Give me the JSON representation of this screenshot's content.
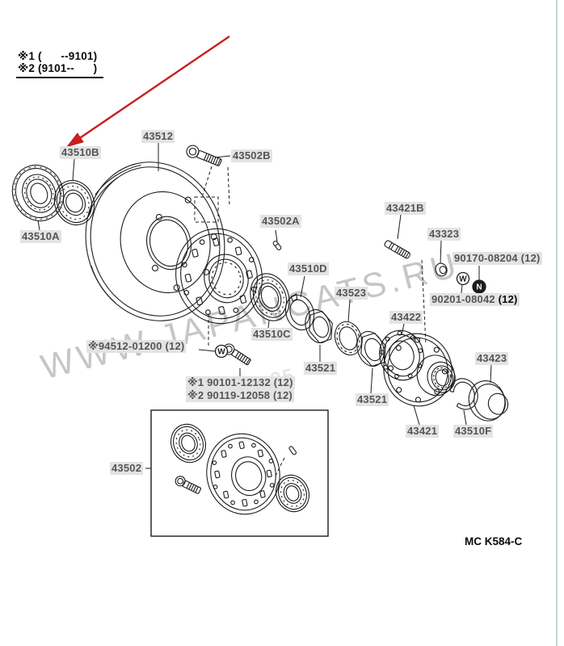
{
  "page": {
    "background": "#ffffff",
    "right_edge_color": "#bcd8d4"
  },
  "header": {
    "variant_notes": [
      {
        "text": "※1 (      --9101)"
      },
      {
        "text": "※2 (9101--      )"
      }
    ]
  },
  "labels": {
    "p43512": {
      "text": "43512"
    },
    "p43510B": {
      "text": "43510B"
    },
    "p43502B": {
      "text": "43502B"
    },
    "p43510A": {
      "text": "43510A"
    },
    "p43502A": {
      "text": "43502A"
    },
    "p43421B": {
      "text": "43421B"
    },
    "p43323": {
      "text": "43323"
    },
    "p90170": {
      "text": "90170-08204 (12)"
    },
    "p90201": {
      "text": "90201-08042",
      "suffix": " (12)"
    },
    "p43510D": {
      "text": "43510D"
    },
    "p43523": {
      "text": "43523"
    },
    "p43510C": {
      "text": "43510C"
    },
    "p43422": {
      "text": "43422"
    },
    "p43423": {
      "text": "43423"
    },
    "p94512": {
      "text": "※94512-01200 (12)"
    },
    "p90101": {
      "text": "※1 90101-12132 (12)"
    },
    "p90119": {
      "text": "※2 90119-12058 (12)"
    },
    "p43521a": {
      "text": "43521"
    },
    "p43521b": {
      "text": "43521"
    },
    "p43421": {
      "text": "43421"
    },
    "p43510F": {
      "text": "43510F"
    },
    "p43502": {
      "text": "43502"
    }
  },
  "glyphs": {
    "washer": "W",
    "nut": "N"
  },
  "watermark": {
    "text": "WWW.JAPANCATS.RU",
    "secondary": "21-25",
    "color": "#c6c6c6"
  },
  "arrow": {
    "color": "#c81e1e"
  },
  "footer": {
    "drawing_code": "MC K584-C"
  }
}
